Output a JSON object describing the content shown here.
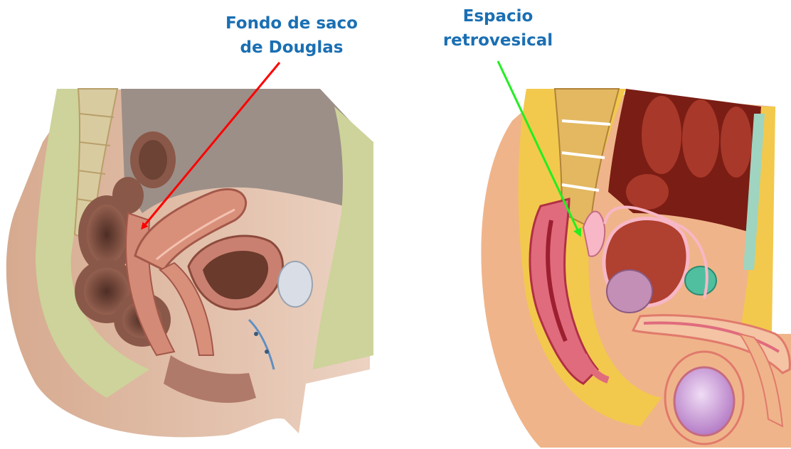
{
  "labels": {
    "douglas": {
      "line1": "Fondo de saco",
      "line2": "de Douglas",
      "arrow_color": "#ff0000"
    },
    "retrovesical": {
      "line1": "Espacio",
      "line2": "retrovesical",
      "arrow_color": "#22ee22"
    }
  },
  "colors": {
    "label_text": "#1a6fb3",
    "skin": "#f0b48a",
    "tissue_green": "#cdd39a",
    "uterus": "#d9907a",
    "bowel_dark": "#7a4c3e",
    "male_red": "#a52a2a",
    "fat_yellow": "#f2c94c",
    "bladder": "#c38fb6",
    "testis": "#c9a0d9"
  },
  "panels": [
    {
      "name": "female-pelvis-sagittal-section"
    },
    {
      "name": "male-pelvis-sagittal-section"
    }
  ]
}
